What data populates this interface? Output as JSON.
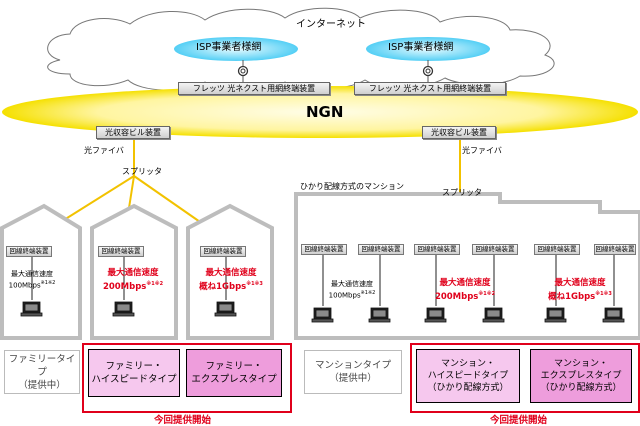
{
  "cloud": {
    "internet": "インターネット",
    "isp_left": "ISP事業者様網",
    "isp_right": "ISP事業者様網"
  },
  "flets_left": "フレッツ 光ネクスト用網終端装置",
  "flets_right": "フレッツ 光ネクスト用網終端装置",
  "ngn": "NGN",
  "optical_left": "光収容ビル装置",
  "optical_right": "光収容ビル装置",
  "fiber_left": "光ファイバ",
  "fiber_right": "光ファイバ",
  "splitter_left": "スプリッタ",
  "splitter_right": "スプリッタ",
  "mansion_label": "ひかり配線方式のマンション",
  "device_label": "回線終端装置",
  "houses": [
    {
      "line1": "最大通信速度",
      "line2": "100Mbps",
      "note": "※1※2"
    },
    {
      "line1": "最大通信速度",
      "line2": "200Mbps",
      "note": "※1※2"
    },
    {
      "line1": "最大通信速度",
      "line2": "概ね1Gbps",
      "note": "※1※3"
    }
  ],
  "mansion_speeds": [
    {
      "line1": "最大通信速度",
      "line2": "100Mbps",
      "note": "※1※2"
    },
    {
      "line1": "最大通信速度",
      "line2": "200Mbps",
      "note": "※1※2"
    },
    {
      "line1": "最大通信速度",
      "line2": "概ね1Gbps",
      "note": "※1※3"
    }
  ],
  "plans": {
    "family": [
      "ファミリータイプ",
      "（提供中）"
    ],
    "family_hs": [
      "ファミリー・",
      "ハイスピードタイプ"
    ],
    "family_ex": [
      "ファミリー・",
      "エクスプレスタイプ"
    ],
    "mansion": [
      "マンションタイプ",
      "（提供中）"
    ],
    "mansion_hs": [
      "マンション・",
      "ハイスピードタイプ",
      "（ひかり配線方式）"
    ],
    "mansion_ex": [
      "マンション・",
      "エクスプレスタイプ",
      "（ひかり配線方式）"
    ]
  },
  "new_start_left": "今回提供開始",
  "new_start_right": "今回提供開始",
  "colors": {
    "accent_red": "#e0001b",
    "line_yellow": "#f2c200",
    "cloud_blue": "#9fe3ff",
    "plan_pink": "#f6c8ee",
    "plan_pink_dark": "#ee9ddc"
  }
}
